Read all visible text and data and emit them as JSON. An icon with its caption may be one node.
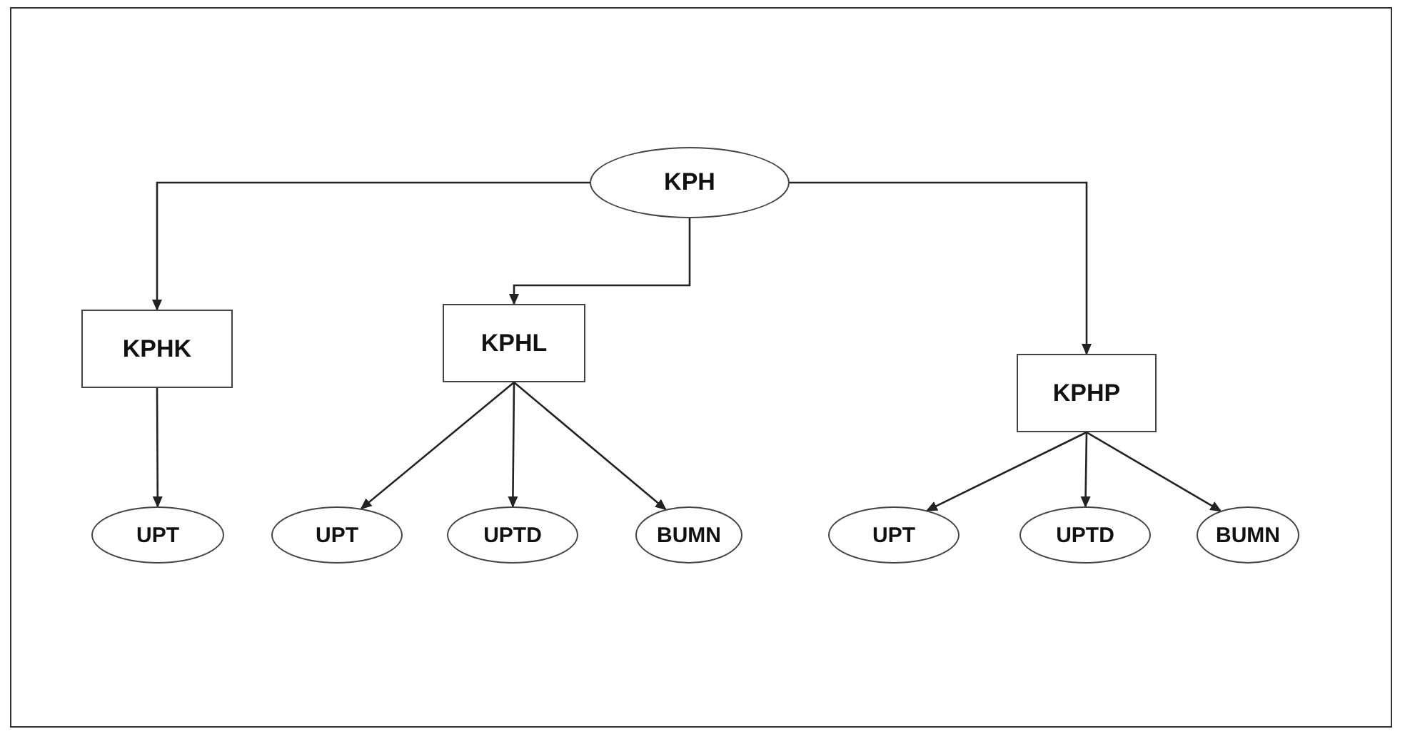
{
  "diagram": {
    "nodes": [
      {
        "text": [
          "KPH"
        ]
      },
      {
        "text": [
          "KPHK"
        ]
      },
      {
        "text": [
          "KPHL"
        ]
      },
      {
        "text": [
          "KPHP"
        ]
      },
      {
        "text": [
          "UPT"
        ]
      },
      {
        "text": [
          "UPT"
        ]
      },
      {
        "text": [
          "UPTD"
        ]
      },
      {
        "text": [
          "BUMN"
        ]
      },
      {
        "text": [
          "UPT"
        ]
      },
      {
        "text": [
          "UPTD"
        ]
      },
      {
        "text": [
          "BUMN"
        ]
      }
    ],
    "edges": [
      {
        "from": 0,
        "to": 1,
        "arrow": "to"
      },
      {
        "from": 0,
        "to": 2,
        "arrow": "to"
      },
      {
        "from": 0,
        "to": 3,
        "arrow": "to"
      },
      {
        "from": 1,
        "to": 4,
        "arrow": "to"
      },
      {
        "from": 2,
        "to": 5,
        "arrow": "to"
      },
      {
        "from": 2,
        "to": 6,
        "arrow": "to"
      },
      {
        "from": 2,
        "to": 7,
        "arrow": "to"
      },
      {
        "from": 3,
        "to": 8,
        "arrow": "to"
      },
      {
        "from": 3,
        "to": 9,
        "arrow": "to"
      },
      {
        "from": 3,
        "to": 10,
        "arrow": "to"
      }
    ]
  }
}
